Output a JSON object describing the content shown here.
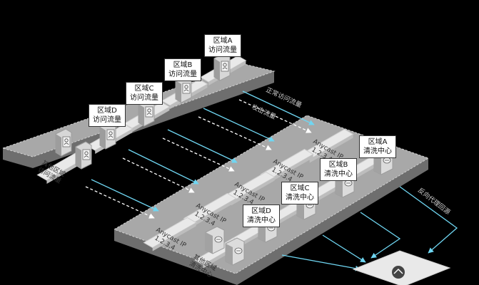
{
  "left_panel": {
    "callouts": [
      {
        "line1": "区域A",
        "line2": "访问流量"
      },
      {
        "line1": "区域B",
        "line2": "访问流量"
      },
      {
        "line1": "区域C",
        "line2": "访问流量"
      },
      {
        "line1": "区域D",
        "line2": "访问流量"
      }
    ],
    "other_regions": {
      "line1": "其他区域",
      "line2": "访问流量"
    }
  },
  "right_panel": {
    "anycast_nodes": [
      {
        "label": "Anycast IP",
        "ip": "1.2.3.4"
      },
      {
        "label": "Anycast IP",
        "ip": "1.2.3.4"
      },
      {
        "label": "Anycast IP",
        "ip": "1.2.3.4"
      },
      {
        "label": "Anycast IP",
        "ip": "1.2.3.4"
      },
      {
        "label": "Anycast IP",
        "ip": "1.2.3.4"
      }
    ],
    "callouts": [
      {
        "line1": "区域A",
        "line2": "清洗中心"
      },
      {
        "line1": "区域B",
        "line2": "清洗中心"
      },
      {
        "line1": "区域C",
        "line2": "清洗中心"
      },
      {
        "line1": "区域D",
        "line2": "清洗中心"
      }
    ],
    "other_centers": {
      "line1": "其他区域",
      "line2": "清洗中心"
    }
  },
  "flow_labels": {
    "normal": "正常访问流量",
    "attack": "攻击流量",
    "back_to_origin": "反向代理回源"
  },
  "colors": {
    "background": "#000000",
    "platform": "#a8a8a8",
    "platform_dark": "#6e6e6e",
    "tile": "#e9e9e9",
    "normal_arrow": "#6fd6f2",
    "attack_arrow": "#ffffff"
  }
}
